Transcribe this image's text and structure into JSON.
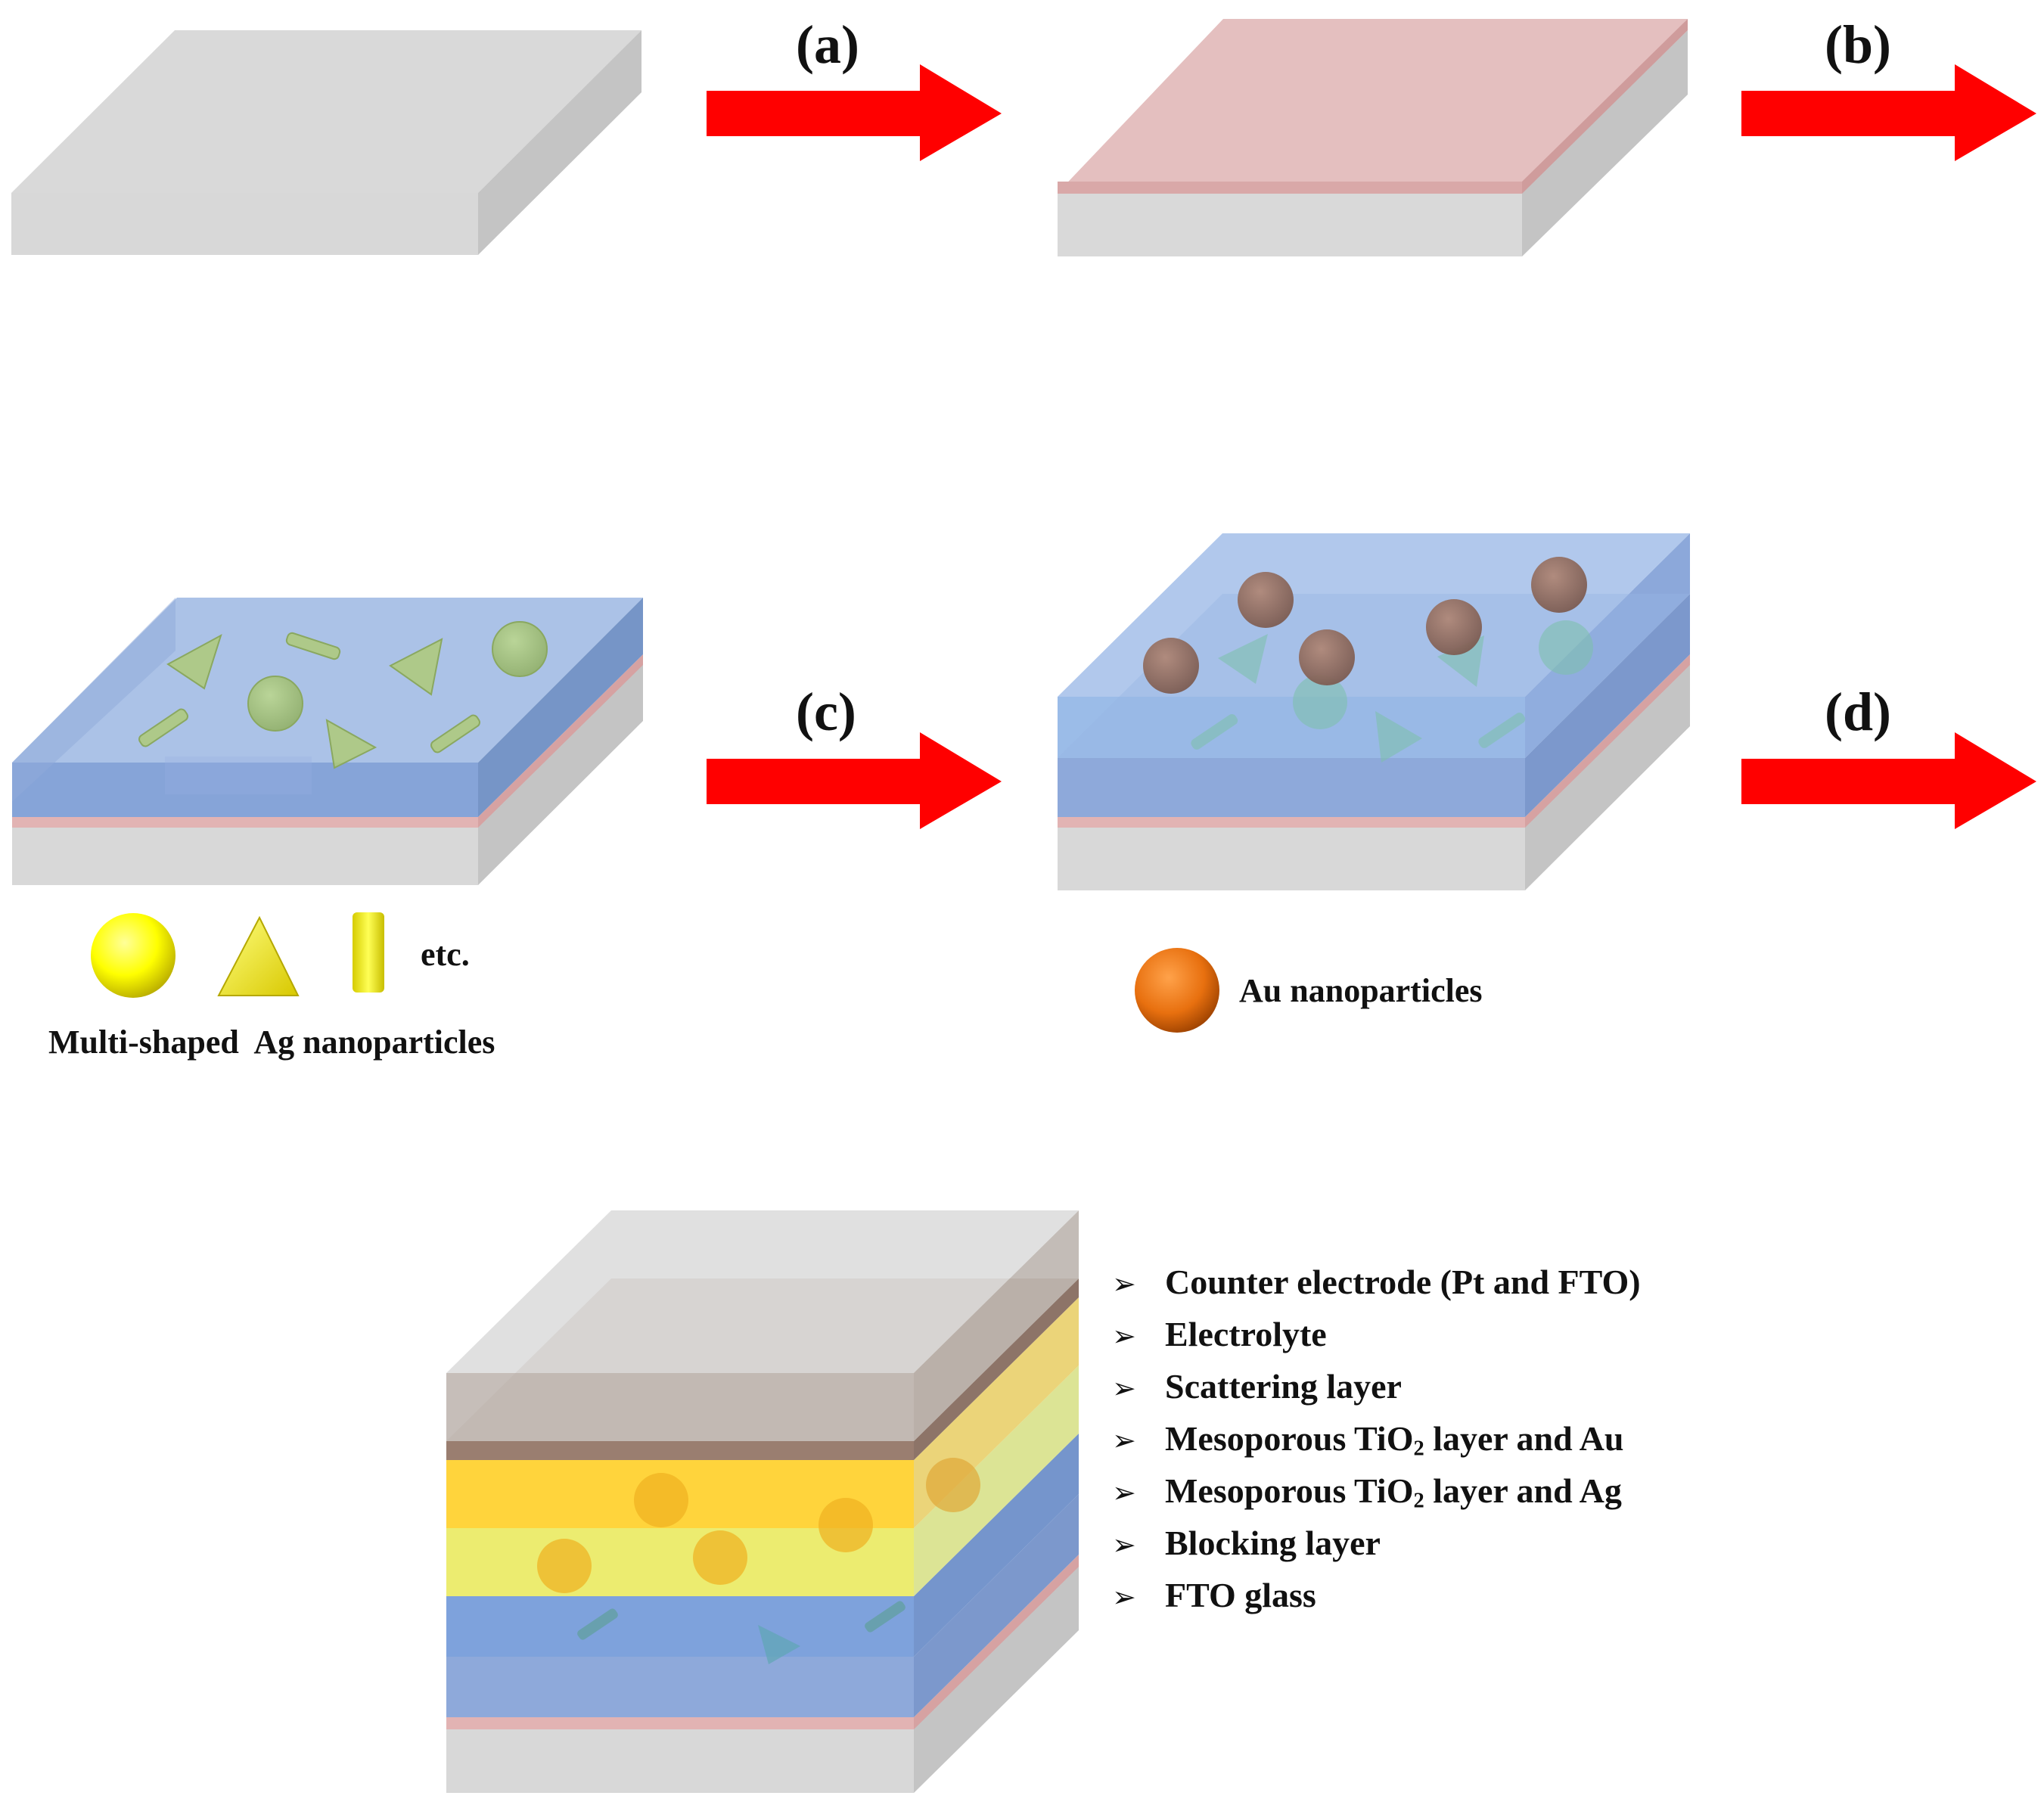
{
  "steps": [
    "(a)",
    "(b)",
    "(c)",
    "(d)"
  ],
  "ag_legend": {
    "etc": "etc.",
    "caption": "Multi-shaped  Ag nanoparticles"
  },
  "au_legend": {
    "caption": "Au nanoparticles"
  },
  "layers": [
    {
      "pre": "Counter electrode (Pt and FTO)",
      "sub": "",
      "post": ""
    },
    {
      "pre": "Electrolyte",
      "sub": "",
      "post": ""
    },
    {
      "pre": "Scattering layer",
      "sub": "",
      "post": ""
    },
    {
      "pre": "Mesoporous TiO",
      "sub": "2",
      "post": " layer and Au"
    },
    {
      "pre": "Mesoporous TiO",
      "sub": "2",
      "post": " layer and Ag"
    },
    {
      "pre": "Blocking layer",
      "sub": "",
      "post": ""
    },
    {
      "pre": "FTO glass",
      "sub": "",
      "post": ""
    }
  ],
  "colors": {
    "arrow": "#ff0000",
    "glass": "#d9d9d9",
    "blocking": "#e6b8b8",
    "tio2": "#7fa6dc",
    "ag_particle": "#ffff00",
    "au_particle": "#e8700f",
    "scattering": "#f7f16a",
    "electrolyte": "#ffd23a",
    "counter": "#a08878"
  }
}
